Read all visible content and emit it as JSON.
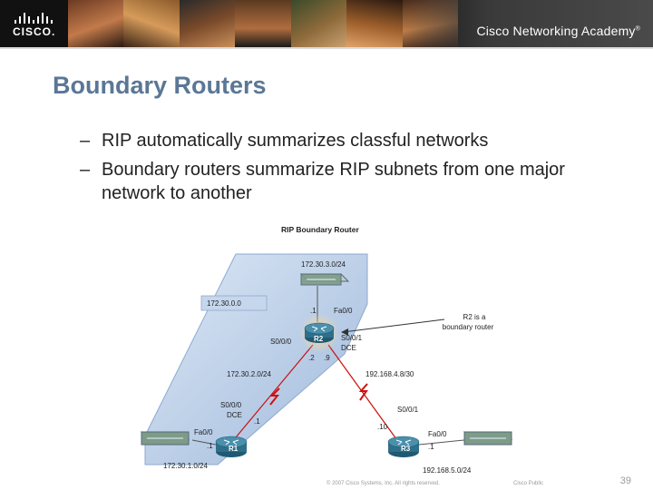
{
  "header": {
    "academy_title": "Cisco Networking Academy",
    "trademark": "®",
    "logo_text": "CISCO."
  },
  "slide": {
    "title": "Boundary Routers",
    "bullet_dash": "–",
    "bullets": [
      "RIP automatically summarizes classful networks",
      "Boundary routers summarize RIP subnets from one major network to another"
    ]
  },
  "diagram": {
    "title": "RIP Boundary Router",
    "labels": {
      "lan_top": "172.30.3.0/24",
      "classful": "172.30.0.0",
      "r2_fa": ".1",
      "r2_fa_if": "Fa0/0",
      "r2_s000": "S0/0/0",
      "r2_s001": "S0/0/1",
      "r2_dce": "DCE",
      "r2_s_left_host": ".2",
      "r2_s_right_host": ".9",
      "r2_name": "R2",
      "link_left": "172.30.2.0/24",
      "link_right": "192.168.4.8/30",
      "callout_line1": "R2 is a",
      "callout_line2": "boundary router",
      "r1_s000": "S0/0/0",
      "r1_dce": "DCE",
      "r1_s_host": ".1",
      "r1_fa": "Fa0/0",
      "r1_fa_host": ".1",
      "r1_name": "R1",
      "lan_r1": "172.30.1.0/24",
      "r3_s001": "S0/0/1",
      "r3_s_host": ".10",
      "r3_fa": "Fa0/0",
      "r3_fa_host": ".1",
      "r3_name": "R3",
      "lan_r3": "192.168.5.0/24"
    }
  },
  "footer": {
    "copyright": "© 2007 Cisco Systems, Inc. All rights reserved.",
    "classification": "Cisco Public",
    "page_number": "39"
  },
  "colors": {
    "title": "#5b7796",
    "area_fill": "#b9cde6",
    "serial_link": "#cc1111",
    "router_body": "#2f6f8a"
  },
  "icons": [
    "cisco-logo-icon",
    "router-icon",
    "switch-icon",
    "lightning-icon",
    "arrow-icon"
  ]
}
